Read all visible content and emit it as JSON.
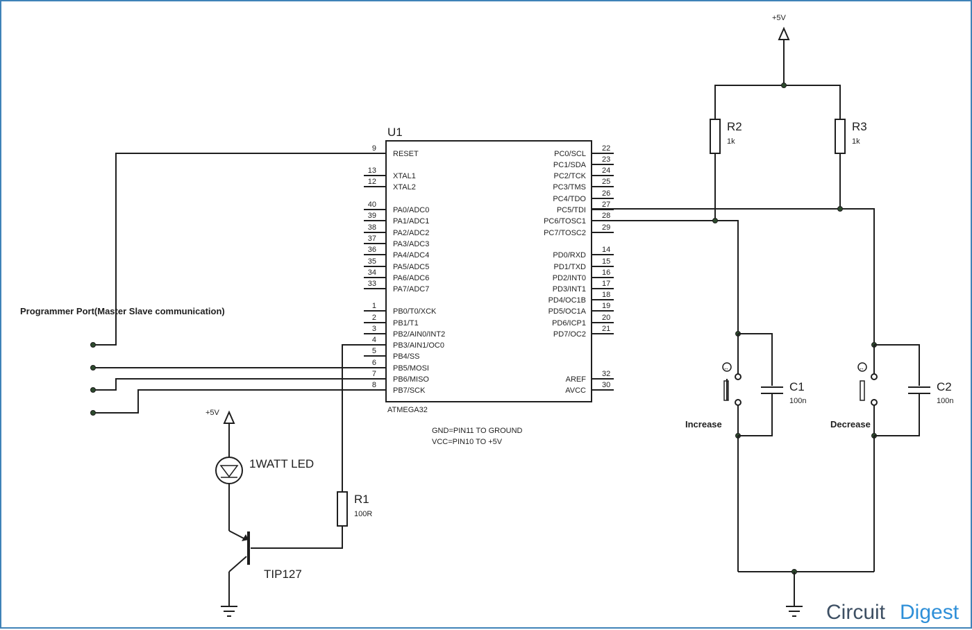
{
  "mcu": {
    "ref": "U1",
    "part": "ATMEGA32",
    "left_pins": [
      {
        "num": "9",
        "label": "RESET"
      },
      {
        "num": "13",
        "label": "XTAL1"
      },
      {
        "num": "12",
        "label": "XTAL2"
      },
      {
        "num": "40",
        "label": "PA0/ADC0"
      },
      {
        "num": "39",
        "label": "PA1/ADC1"
      },
      {
        "num": "38",
        "label": "PA2/ADC2"
      },
      {
        "num": "37",
        "label": "PA3/ADC3"
      },
      {
        "num": "36",
        "label": "PA4/ADC4"
      },
      {
        "num": "35",
        "label": "PA5/ADC5"
      },
      {
        "num": "34",
        "label": "PA6/ADC6"
      },
      {
        "num": "33",
        "label": "PA7/ADC7"
      },
      {
        "num": "1",
        "label": "PB0/T0/XCK"
      },
      {
        "num": "2",
        "label": "PB1/T1"
      },
      {
        "num": "3",
        "label": "PB2/AIN0/INT2"
      },
      {
        "num": "4",
        "label": "PB3/AIN1/OC0"
      },
      {
        "num": "5",
        "label": "PB4/SS"
      },
      {
        "num": "6",
        "label": "PB5/MOSI"
      },
      {
        "num": "7",
        "label": "PB6/MISO"
      },
      {
        "num": "8",
        "label": "PB7/SCK"
      }
    ],
    "right_pins": [
      {
        "num": "22",
        "label": "PC0/SCL"
      },
      {
        "num": "23",
        "label": "PC1/SDA"
      },
      {
        "num": "24",
        "label": "PC2/TCK"
      },
      {
        "num": "25",
        "label": "PC3/TMS"
      },
      {
        "num": "26",
        "label": "PC4/TDO"
      },
      {
        "num": "27",
        "label": "PC5/TDI"
      },
      {
        "num": "28",
        "label": "PC6/TOSC1"
      },
      {
        "num": "29",
        "label": "PC7/TOSC2"
      },
      {
        "num": "14",
        "label": "PD0/RXD"
      },
      {
        "num": "15",
        "label": "PD1/TXD"
      },
      {
        "num": "16",
        "label": "PD2/INT0"
      },
      {
        "num": "17",
        "label": "PD3/INT1"
      },
      {
        "num": "18",
        "label": "PD4/OC1B"
      },
      {
        "num": "19",
        "label": "PD5/OC1A"
      },
      {
        "num": "20",
        "label": "PD6/ICP1"
      },
      {
        "num": "21",
        "label": "PD7/OC2"
      },
      {
        "num": "32",
        "label": "AREF"
      },
      {
        "num": "30",
        "label": "AVCC"
      }
    ]
  },
  "notes": {
    "gnd": "GND=PIN11  TO  GROUND",
    "vcc": "VCC=PIN10  TO  +5V"
  },
  "programmer_label": "Programmer Port(Master Slave communication)",
  "power_label": "+5V",
  "led": {
    "label": "1WATT LED"
  },
  "transistor": {
    "label": "TIP127"
  },
  "r1": {
    "ref": "R1",
    "value": "100R"
  },
  "r2": {
    "ref": "R2",
    "value": "1k"
  },
  "r3": {
    "ref": "R3",
    "value": "1k"
  },
  "c1": {
    "ref": "C1",
    "value": "100n"
  },
  "c2": {
    "ref": "C2",
    "value": "100n"
  },
  "buttons": {
    "increase": "Increase",
    "decrease": "Decrease"
  },
  "logo": {
    "part1": "Circuit",
    "part2": "Digest"
  },
  "colors": {
    "border": "#3f82b8",
    "logo_dark": "#3d4f63",
    "logo_blue": "#2e8fd8"
  }
}
